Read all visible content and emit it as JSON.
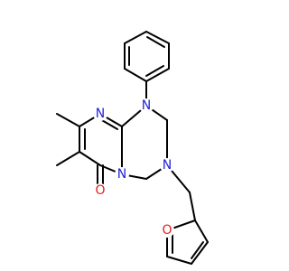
{
  "molecule": {
    "atoms": {
      "n1": "N",
      "n3": "N",
      "n_ring": "N",
      "n5": "N",
      "o_carbonyl": "O",
      "o_furan": "O"
    },
    "colors": {
      "bond": "#000000",
      "nitrogen": "#1f1fd6",
      "oxygen": "#e0201b",
      "background": "#ffffff"
    }
  }
}
